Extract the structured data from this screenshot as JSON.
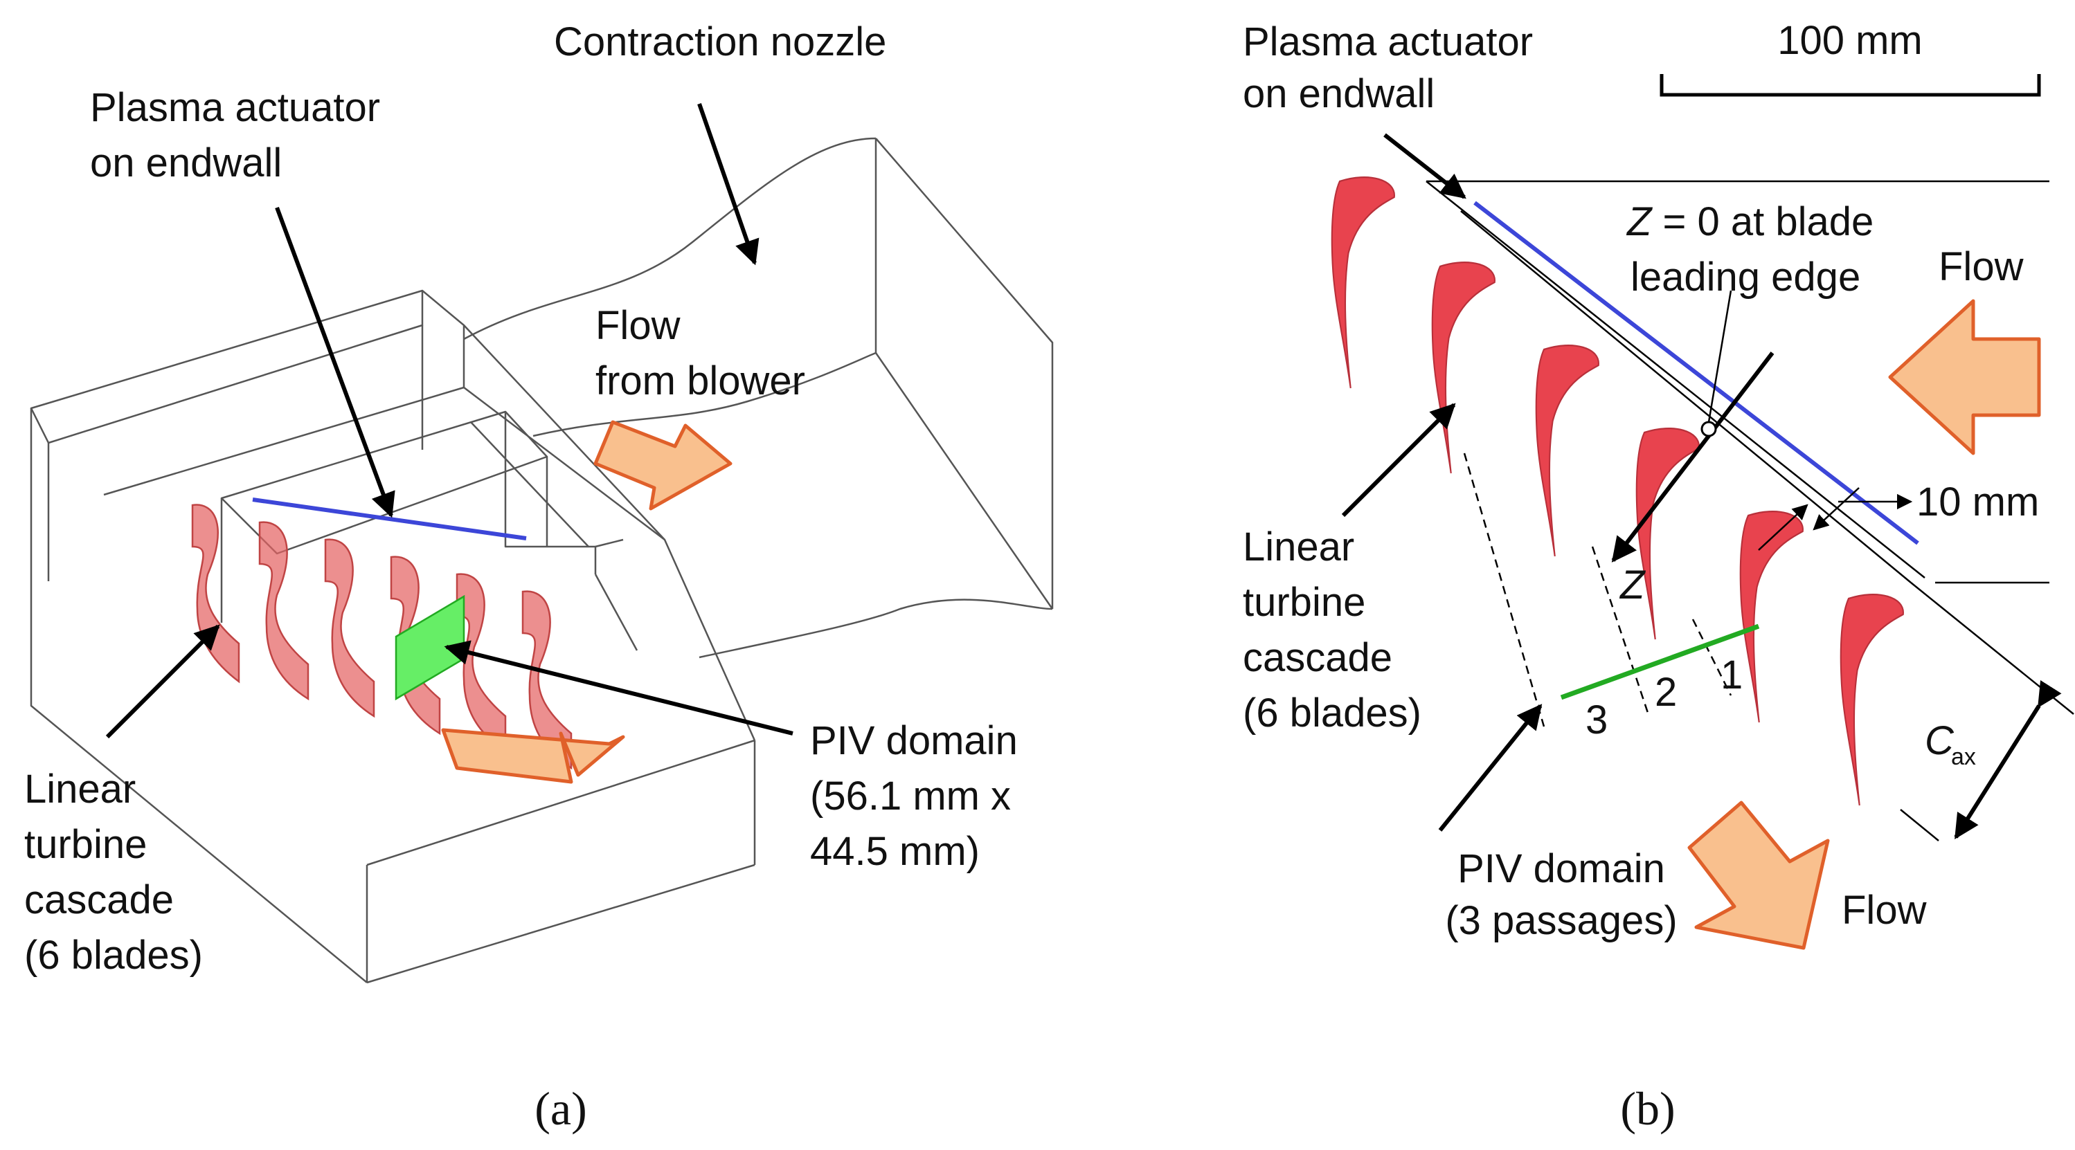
{
  "panel_a": {
    "caption": "(a)",
    "contraction_nozzle": "Contraction nozzle",
    "plasma_line1": "Plasma actuator",
    "plasma_line2": "on endwall",
    "flow_line1": "Flow",
    "flow_line2": "from blower",
    "cascade_line1": "Linear",
    "cascade_line2": "turbine",
    "cascade_line3": "cascade",
    "cascade_line4": "(6 blades)",
    "piv_line1": "PIV domain",
    "piv_line2": "(56.1 mm x",
    "piv_line3": "44.5 mm)"
  },
  "panel_b": {
    "caption": "(b)",
    "plasma_line1": "Plasma actuator",
    "plasma_line2": "on endwall",
    "scale_label": "100 mm",
    "z0_var": "Z",
    "z0_rest": " = 0 at blade",
    "z0_line2": "leading edge",
    "flow_in": "Flow",
    "gap_label": "10 mm",
    "z_axis": "Z",
    "cascade_line1": "Linear",
    "cascade_line2": "turbine",
    "cascade_line3": "cascade",
    "cascade_line4": "(6 blades)",
    "passage_1": "1",
    "passage_2": "2",
    "passage_3": "3",
    "cax_main": "C",
    "cax_sub": "ax",
    "piv_line1": "PIV domain",
    "piv_line2": "(3 passages)",
    "flow_out": "Flow"
  },
  "colors": {
    "blade": "#e8434e",
    "actuator": "#3c46d8",
    "piv": "#22aa22",
    "piv_fill": "#66ee66",
    "flow_arrow_fill": "#f9c08e",
    "flow_arrow_stroke": "#e0602a"
  }
}
